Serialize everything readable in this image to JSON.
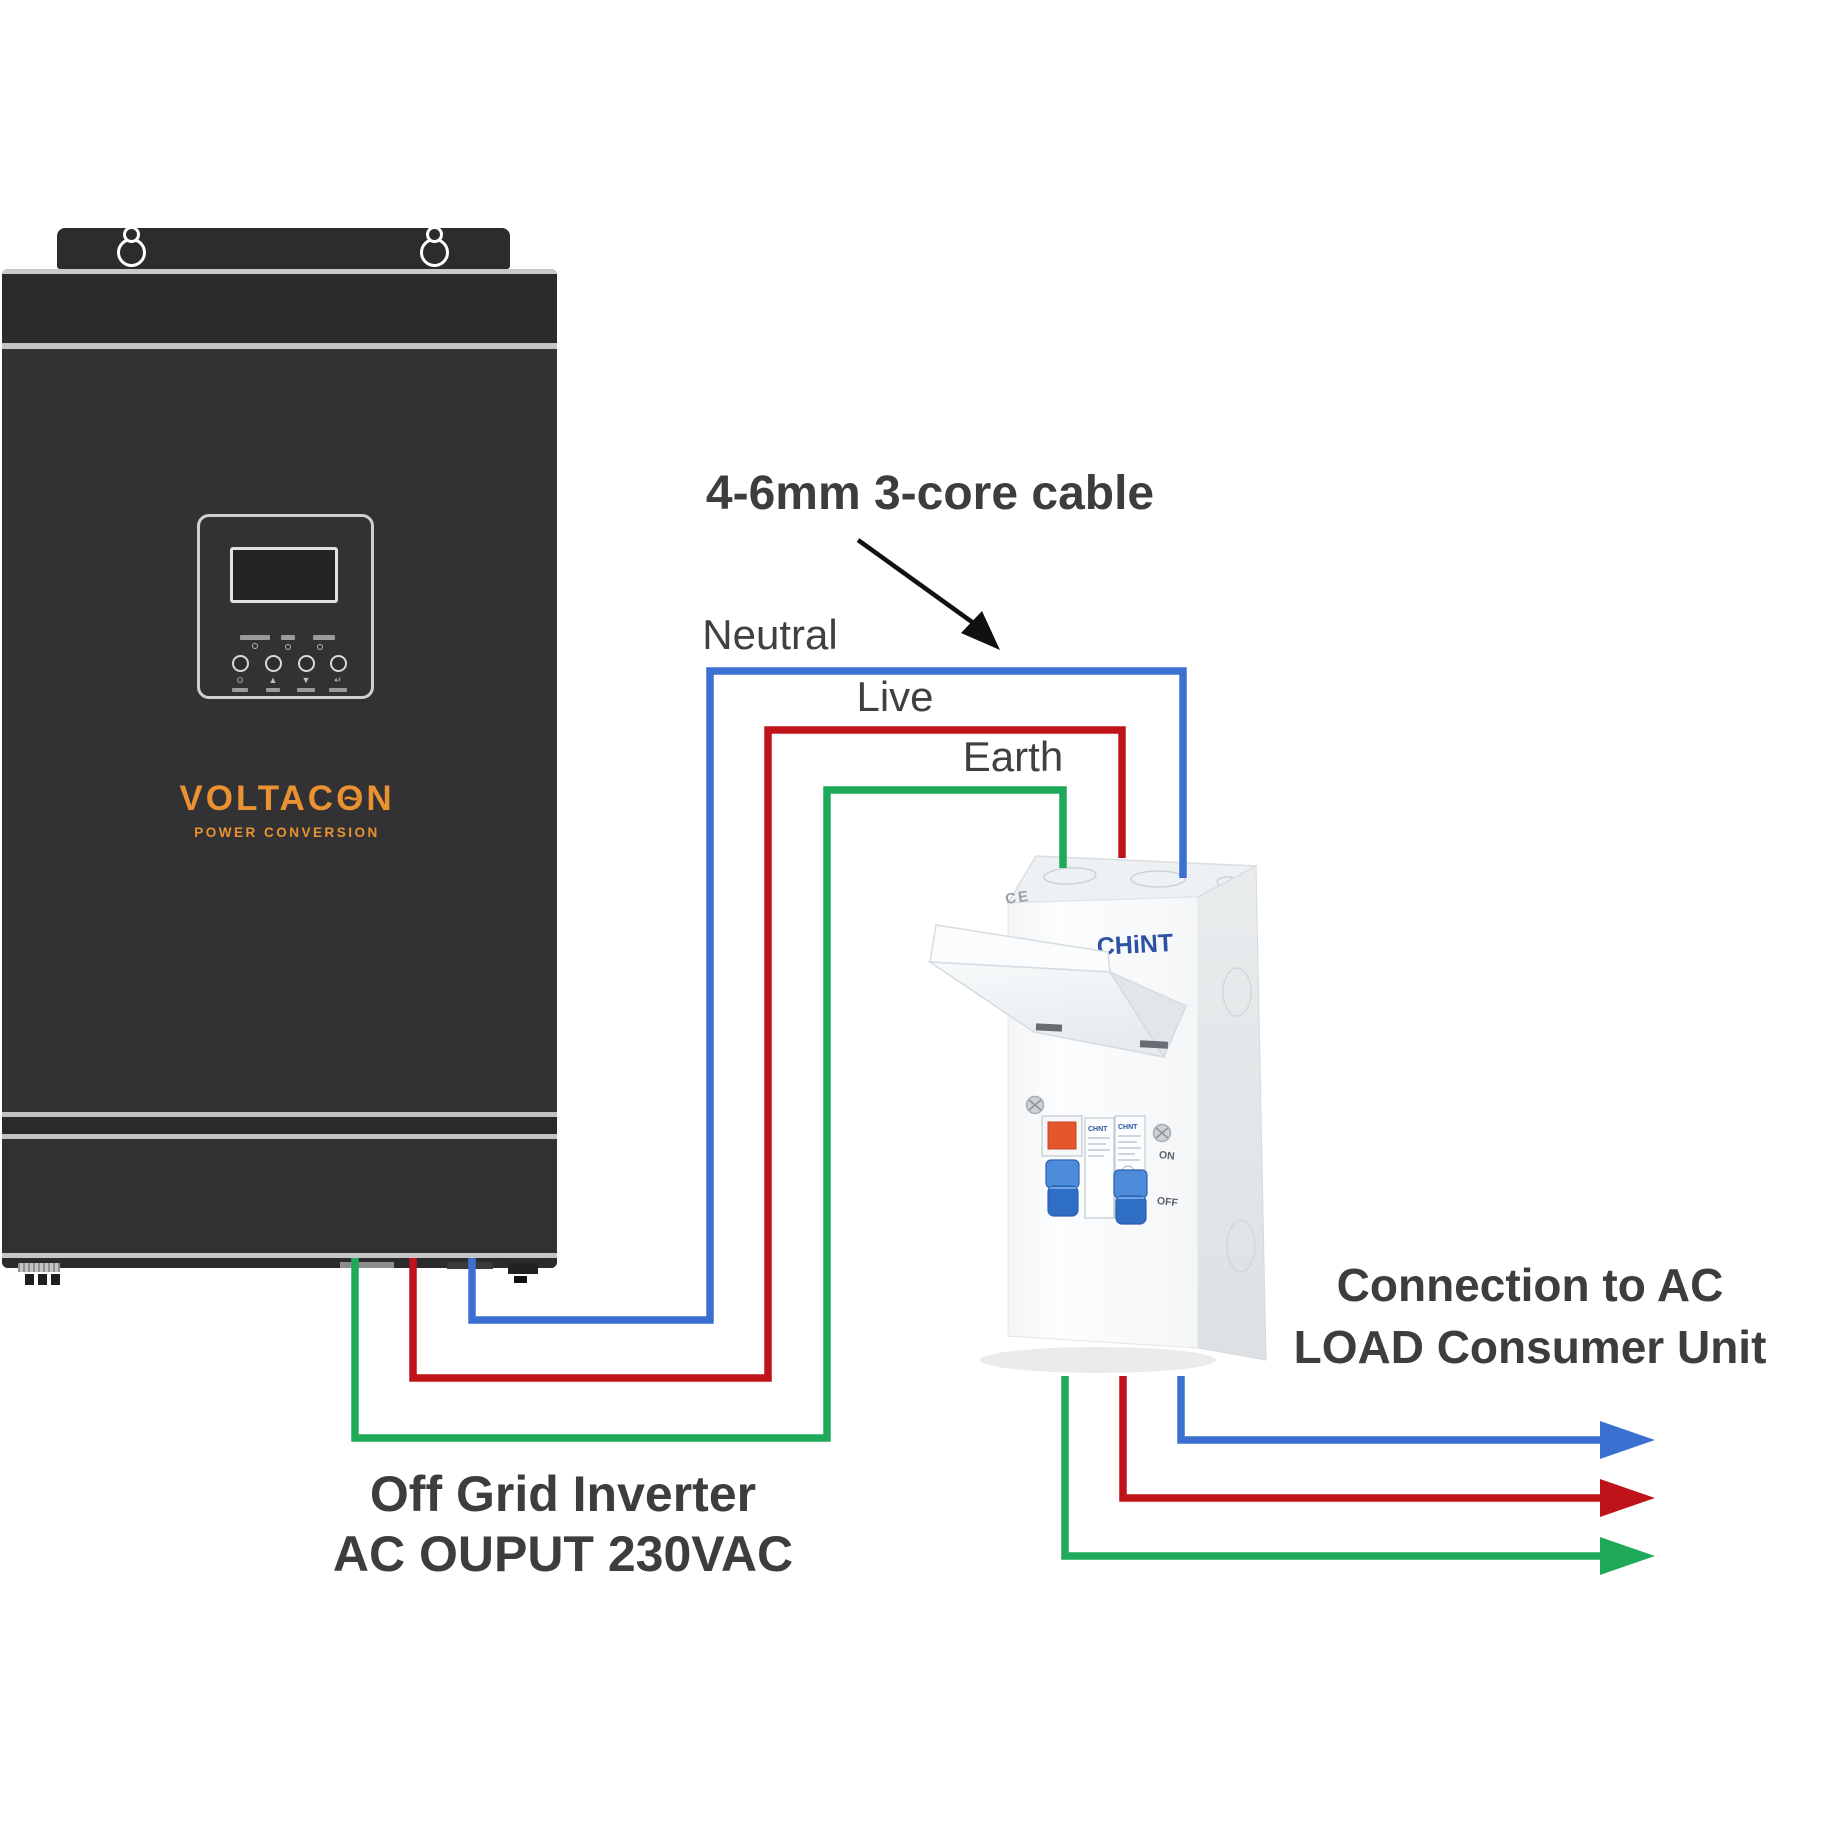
{
  "diagram": {
    "cable_label": "4-6mm 3-core cable",
    "wire_labels": {
      "neutral": "Neutral",
      "live": "Live",
      "earth": "Earth"
    },
    "inverter_caption": {
      "line1": "Off Grid Inverter",
      "line2": "AC OUPUT 230VAC"
    },
    "output_caption": {
      "line1": "Connection to AC",
      "line2": "LOAD Consumer Unit"
    },
    "colors": {
      "neutral_wire": "#3B70D0",
      "live_wire": "#BF1319",
      "earth_wire": "#1FAA59",
      "annotation_arrow": "#111111",
      "logo_orange": "#EA9231",
      "chint_blue": "#2D51A3"
    }
  },
  "inverter": {
    "logo": {
      "part1": "VOLTAC",
      "o": "O",
      "tilde": "~",
      "part2": "N",
      "subtitle": "POWER CONVERSION"
    },
    "panel": {
      "buttons": [
        {
          "glyph": "⊙"
        },
        {
          "glyph": "▲"
        },
        {
          "glyph": "▼"
        },
        {
          "glyph": "↵"
        }
      ]
    }
  },
  "consumer_unit": {
    "brand": "CHiNT",
    "ce_mark": "CE",
    "on_label": "ON",
    "off_label": "OFF",
    "breaker_brand_1": "CHNT",
    "breaker_brand_2": "CHNT"
  }
}
